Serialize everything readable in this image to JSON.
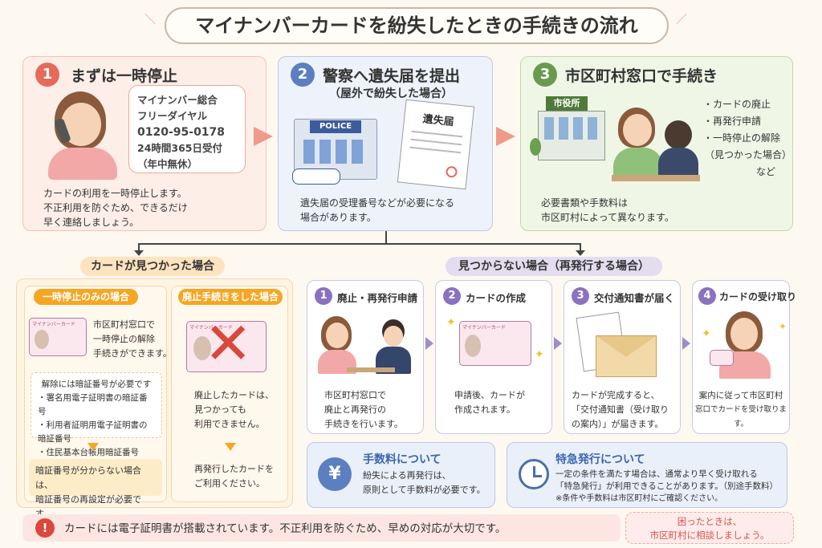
{
  "title": "マイナンバーカードを紛失したときの手続きの流れ",
  "colors": {
    "red": "#e56a5a",
    "blue": "#5b7fbf",
    "green": "#6a9a4f",
    "purple": "#8a72c0",
    "orange": "#f5a623"
  },
  "step1": {
    "num": "1",
    "heading": "まずは一時停止",
    "bubble": [
      "マイナンバー総合",
      "フリーダイヤル",
      "0120-95-0178",
      "24時間365日受付",
      "（年中無休）"
    ],
    "body": [
      "カードの利用を一時停止します。",
      "不正利用を防ぐため、できるだけ",
      "早く連絡しましょう。"
    ]
  },
  "step2": {
    "num": "2",
    "heading": "警察へ遺失届を提出",
    "subheading": "（屋外で紛失した場合）",
    "police_sign": "POLICE",
    "form_title": "遺失届",
    "body": [
      "遺失届の受理番号などが必要になる",
      "場合があります。"
    ]
  },
  "step3": {
    "num": "3",
    "heading": "市区町村窓口で手続き",
    "city_hall_sign": "市役所",
    "items": [
      "・カードの廃止",
      "・再発行申請",
      "・一時停止の解除",
      "（見つかった場合）",
      "など"
    ],
    "body": [
      "必要書類や手数料は",
      "市区町村によって異なります。"
    ]
  },
  "found": {
    "label": "カードが見つかった場合",
    "suspend_only": {
      "tag": "一時停止のみの場合",
      "text": [
        "市区町村窓口で",
        "一時停止の解除",
        "手続きができます。"
      ],
      "note_title": "解除には暗証番号が必要です",
      "note_items": [
        "・署名用電子証明書の暗証番号",
        "・利用者証明用電子証明書の暗証番号",
        "・住民基本台帳用暗証番号"
      ],
      "yellow": [
        "暗証番号が分からない場合は、",
        "暗証番号の再設定が必要です。"
      ]
    },
    "abolished": {
      "tag": "廃止手続きをした場合",
      "text": [
        "廃止したカードは、",
        "見つかっても",
        "利用できません。"
      ],
      "after": [
        "再発行したカードを",
        "ご利用ください。"
      ]
    }
  },
  "notfound": {
    "label": "見つからない場合（再発行する場合）",
    "steps": [
      {
        "num": "1",
        "title": "廃止・再発行申請",
        "text": [
          "市区町村窓口で",
          "廃止と再発行の",
          "手続きを行います。"
        ]
      },
      {
        "num": "2",
        "title": "カードの作成",
        "text": [
          "申請後、カードが",
          "作成されます。"
        ]
      },
      {
        "num": "3",
        "title": "交付通知書が届く",
        "text": [
          "カードが完成すると、",
          "「交付通知書（受け取り",
          "の案内）」が届きます。"
        ]
      },
      {
        "num": "4",
        "title": "カードの受け取り",
        "text": [
          "案内に従って市区町村",
          "窓口でカードを受け取ります。"
        ]
      }
    ]
  },
  "fee": {
    "icon": "¥",
    "title": "手数料について",
    "text": [
      "紛失による再発行は、",
      "原則として手数料が必要です。"
    ]
  },
  "express": {
    "title": "特急発行について",
    "text": [
      "一定の条件を満たす場合は、通常より早く受け取れる",
      "「特急発行」が利用できることがあります。（別途手数料）"
    ],
    "note": "※条件や手数料は市区町村にご確認ください。"
  },
  "warning": {
    "icon": "!",
    "text": "カードには電子証明書が搭載されています。不正利用を防ぐため、早めの対応が大切です。"
  },
  "help": [
    "困ったときは、",
    "市区町村に相談しましょう。"
  ],
  "card_label": "マイナンバーカード"
}
